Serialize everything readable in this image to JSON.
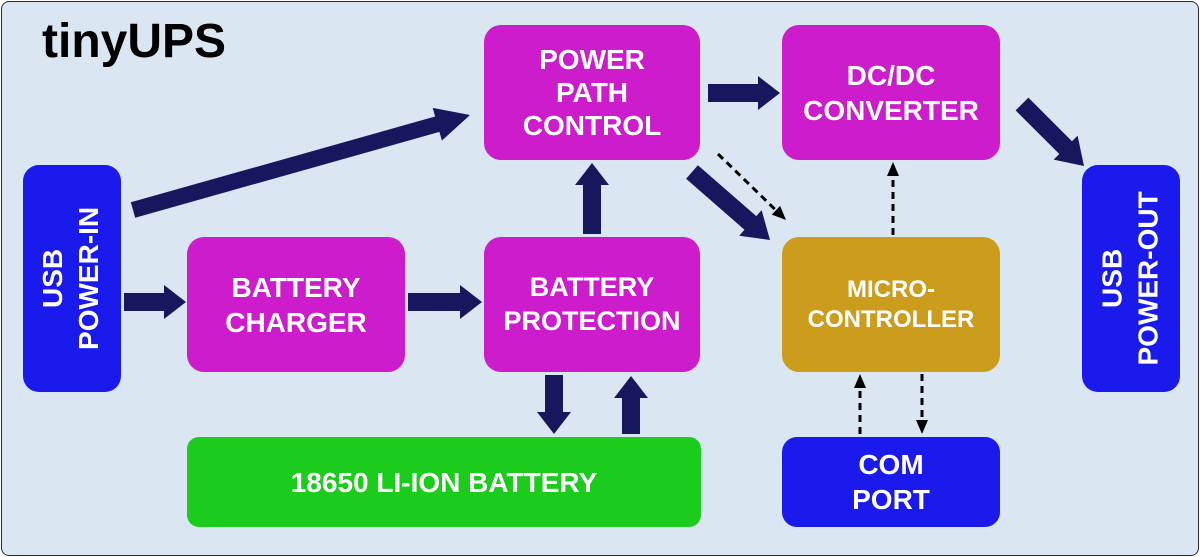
{
  "title": "tinyUPS",
  "colors": {
    "background": "#dae6f2",
    "block_power": "#cc1ccc",
    "block_io": "#1a1aec",
    "block_mcu": "#cc9c1c",
    "block_battery": "#1ccc1c",
    "arrow": "#17175e"
  },
  "blocks": {
    "usb_in": [
      "USB",
      "POWER-IN"
    ],
    "charger": [
      "BATTERY",
      "CHARGER"
    ],
    "protection": [
      "BATTERY",
      "PROTECTION"
    ],
    "power_path": [
      "POWER",
      "PATH",
      "CONTROL"
    ],
    "dcdc": [
      "DC/DC",
      "CONVERTER"
    ],
    "mcu": [
      "MICRO-",
      "CONTROLLER"
    ],
    "com_port": [
      "COM",
      "PORT"
    ],
    "battery": [
      "18650 LI-ION BATTERY"
    ],
    "usb_out": [
      "USB",
      "POWER-OUT"
    ]
  },
  "connections": [
    {
      "from": "usb_in",
      "to": "power_path",
      "style": "power"
    },
    {
      "from": "usb_in",
      "to": "charger",
      "style": "power"
    },
    {
      "from": "charger",
      "to": "protection",
      "style": "power"
    },
    {
      "from": "protection",
      "to": "power_path",
      "style": "power"
    },
    {
      "from": "protection",
      "to": "battery",
      "style": "power"
    },
    {
      "from": "battery",
      "to": "protection",
      "style": "power"
    },
    {
      "from": "power_path",
      "to": "dcdc",
      "style": "power"
    },
    {
      "from": "power_path",
      "to": "mcu",
      "style": "power"
    },
    {
      "from": "power_path",
      "to": "mcu",
      "style": "signal"
    },
    {
      "from": "dcdc",
      "to": "usb_out",
      "style": "power"
    },
    {
      "from": "mcu",
      "to": "dcdc",
      "style": "signal"
    },
    {
      "from": "mcu",
      "to": "com_port",
      "style": "signal"
    },
    {
      "from": "com_port",
      "to": "mcu",
      "style": "signal"
    }
  ]
}
